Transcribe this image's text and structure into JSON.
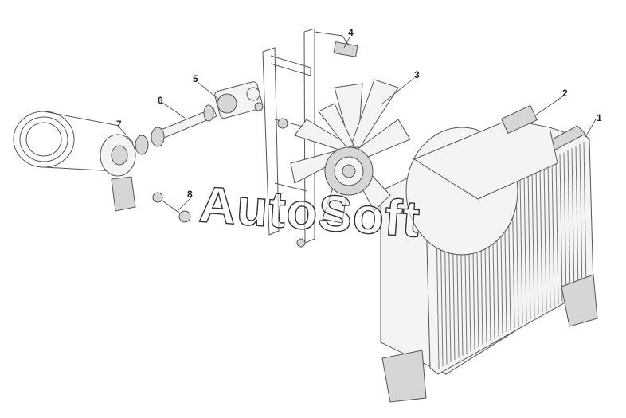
{
  "watermark": "AutoSoft",
  "callouts": [
    {
      "id": "1",
      "label": "1"
    },
    {
      "id": "2",
      "label": "2"
    },
    {
      "id": "3",
      "label": "3"
    },
    {
      "id": "4",
      "label": "4"
    },
    {
      "id": "5",
      "label": "5"
    },
    {
      "id": "6",
      "label": "6"
    },
    {
      "id": "7",
      "label": "7"
    },
    {
      "id": "8",
      "label": "8"
    }
  ],
  "colors": {
    "line": "#555555",
    "fill": "#d6d6d6",
    "background": "#ffffff"
  }
}
